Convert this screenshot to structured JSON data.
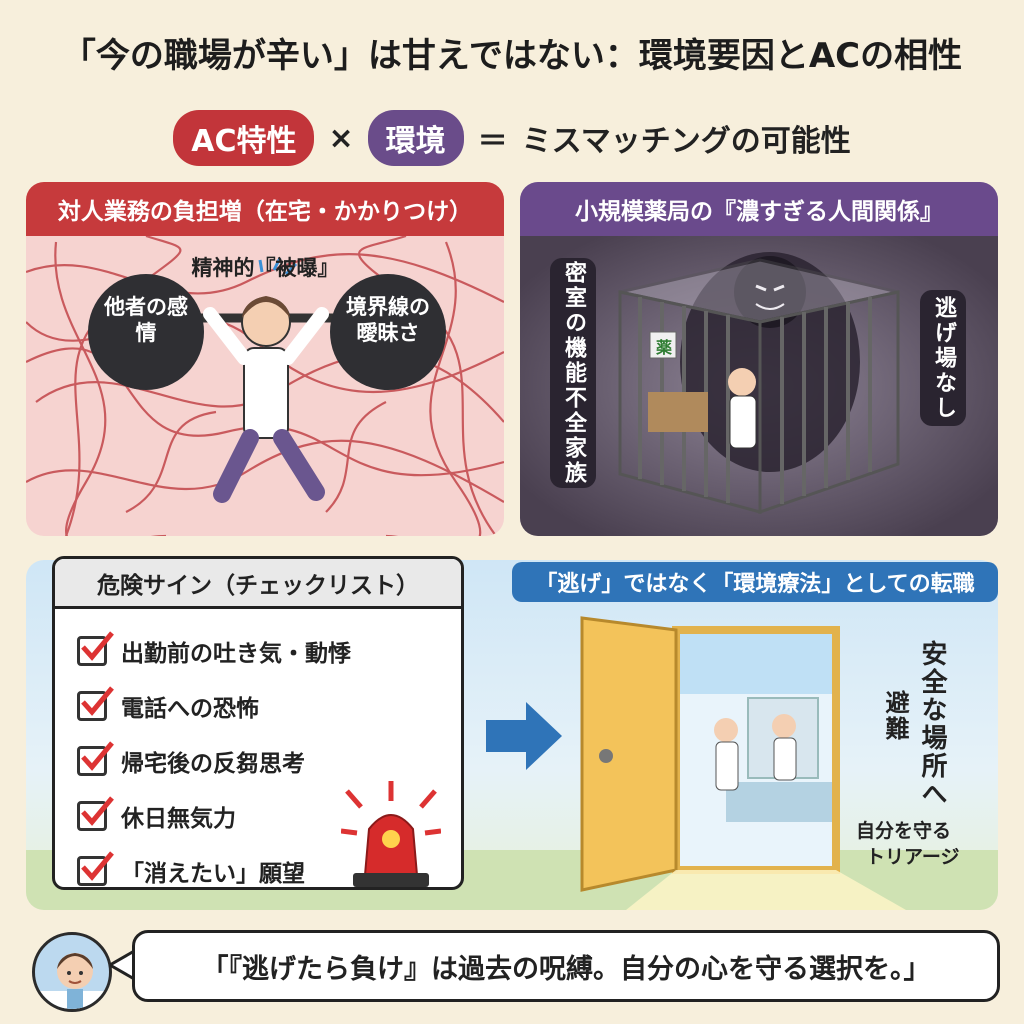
{
  "title": "「今の職場が辛い」は甘えではない：環境要因とACの相性",
  "formula": {
    "ac": "AC特性",
    "times": "×",
    "env": "環境",
    "equals": "＝",
    "result": "ミスマッチングの可能性"
  },
  "panel1": {
    "heading": "対人業務の負担増（在宅・かかりつけ）",
    "exposure": "精神的『被曝』",
    "left_ball": "他者の感情",
    "right_ball": "境界線の曖昧さ"
  },
  "panel2": {
    "heading": "小規模薬局の『濃すぎる人間関係』",
    "left_label": "密室の機能不全家族",
    "right_label": "逃げ場なし",
    "sign": "薬"
  },
  "checklist": {
    "heading": "危険サイン（チェックリスト）",
    "items": [
      "出勤前の吐き気・動悸",
      "電話への恐怖",
      "帰宅後の反芻思考",
      "休日無気力",
      "「消えたい」願望"
    ]
  },
  "job_change": {
    "heading": "「逃げ」ではなく「環境療法」としての転職",
    "refuge": "避難",
    "safe_place": "安全な場所へ",
    "triage_1": "自分を守る",
    "triage_2": "トリアージ"
  },
  "quote": "「『逃げたら負け』は過去の呪縛。自分の心を守る選択を。」",
  "colors": {
    "red": "#c2353a",
    "purple": "#6a4c8a",
    "blue": "#2f74b8",
    "background": "#f7efdc"
  }
}
